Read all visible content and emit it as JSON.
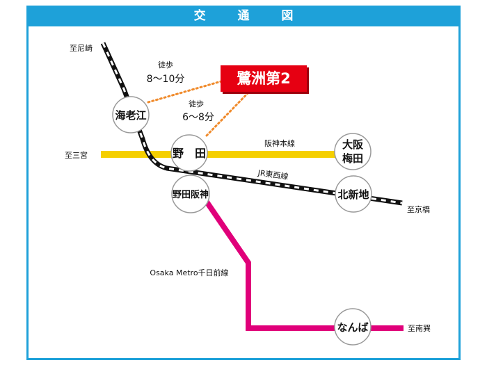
{
  "title": "交 通 図",
  "colors": {
    "frame": "#1ea1d9",
    "hanshin": "#f5cf00",
    "metro": "#e0007a",
    "highlight": "#e60012",
    "walk": "#f08a2a"
  },
  "highlight_label": "鷺洲第2",
  "walks": {
    "a": {
      "label": "徒歩",
      "time": "8～10分"
    },
    "b": {
      "label": "徒歩",
      "time": "6～8分"
    }
  },
  "directions": {
    "amagasaki": "至尼崎",
    "sannomiya": "至三宮",
    "kyobashi": "至京橋",
    "minamitatsumi": "至南巽"
  },
  "lines": {
    "hanshin": "阪神本線",
    "jr": "JR東西線",
    "metro": "Osaka Metro千日前線"
  },
  "stations": {
    "ebie": "海老江",
    "noda": "野　田",
    "osaka1": "大阪",
    "osaka2": "梅田",
    "nodahanshin": "野田阪神",
    "kitashinchi": "北新地",
    "namba": "なんば"
  }
}
